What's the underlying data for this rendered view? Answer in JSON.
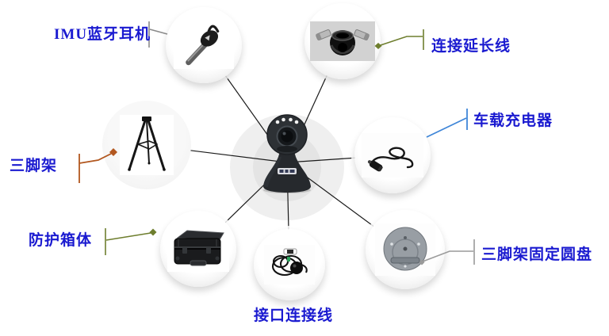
{
  "diagram": {
    "background_color": "#ffffff",
    "label_color": "#1a1ad0",
    "connector_line_color": "#1a1a1a",
    "center": {
      "image": "ptz-camera-photo"
    },
    "items": [
      {
        "label": "IMU蓝牙耳机",
        "image": "bluetooth-headset-photo",
        "leader_color": "#8a8a8a",
        "position": "top-left"
      },
      {
        "label": "连接延长线",
        "image": "extension-connector-photo",
        "leader_color": "#6e7e2e",
        "position": "top-right"
      },
      {
        "label": "车载充电器",
        "image": "car-charger-photo",
        "leader_color": "#3f86d8",
        "position": "right"
      },
      {
        "label": "三脚架",
        "image": "tripod-photo",
        "leader_color": "#b2571f",
        "position": "left"
      },
      {
        "label": "防护箱体",
        "image": "protective-case-photo",
        "leader_color": "#6e7e2e",
        "position": "bottom-left"
      },
      {
        "label": "接口连接线",
        "image": "interface-cable-photo",
        "leader_color": null,
        "position": "bottom-center"
      },
      {
        "label": "三脚架固定圆盘",
        "image": "tripod-mount-disc-photo",
        "leader_color": "#9a9a9a",
        "position": "bottom-right"
      }
    ]
  }
}
